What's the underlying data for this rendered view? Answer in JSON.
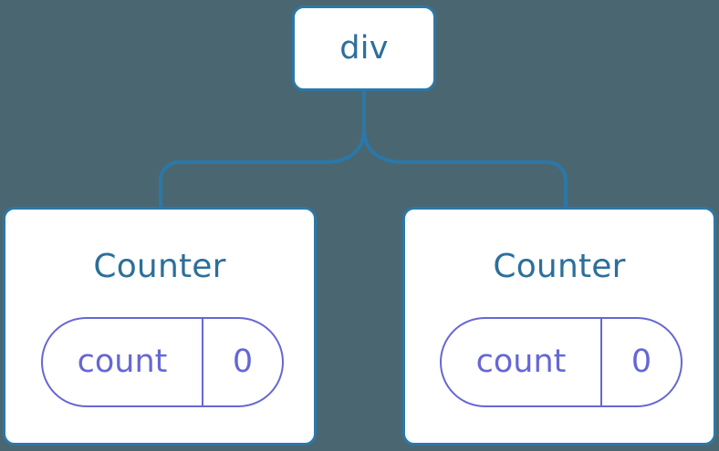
{
  "diagram": {
    "type": "component-tree",
    "background_color": "#4a6771",
    "edge_color": "#2b78a8",
    "node_border_color": "#2b78a8",
    "node_fill_color": "#ffffff",
    "node_text_color": "#2c6f9b",
    "pill_color": "#6667d4",
    "root": {
      "label": "div"
    },
    "children": [
      {
        "title": "Counter",
        "state": {
          "key": "count",
          "value": "0"
        }
      },
      {
        "title": "Counter",
        "state": {
          "key": "count",
          "value": "0"
        }
      }
    ]
  }
}
